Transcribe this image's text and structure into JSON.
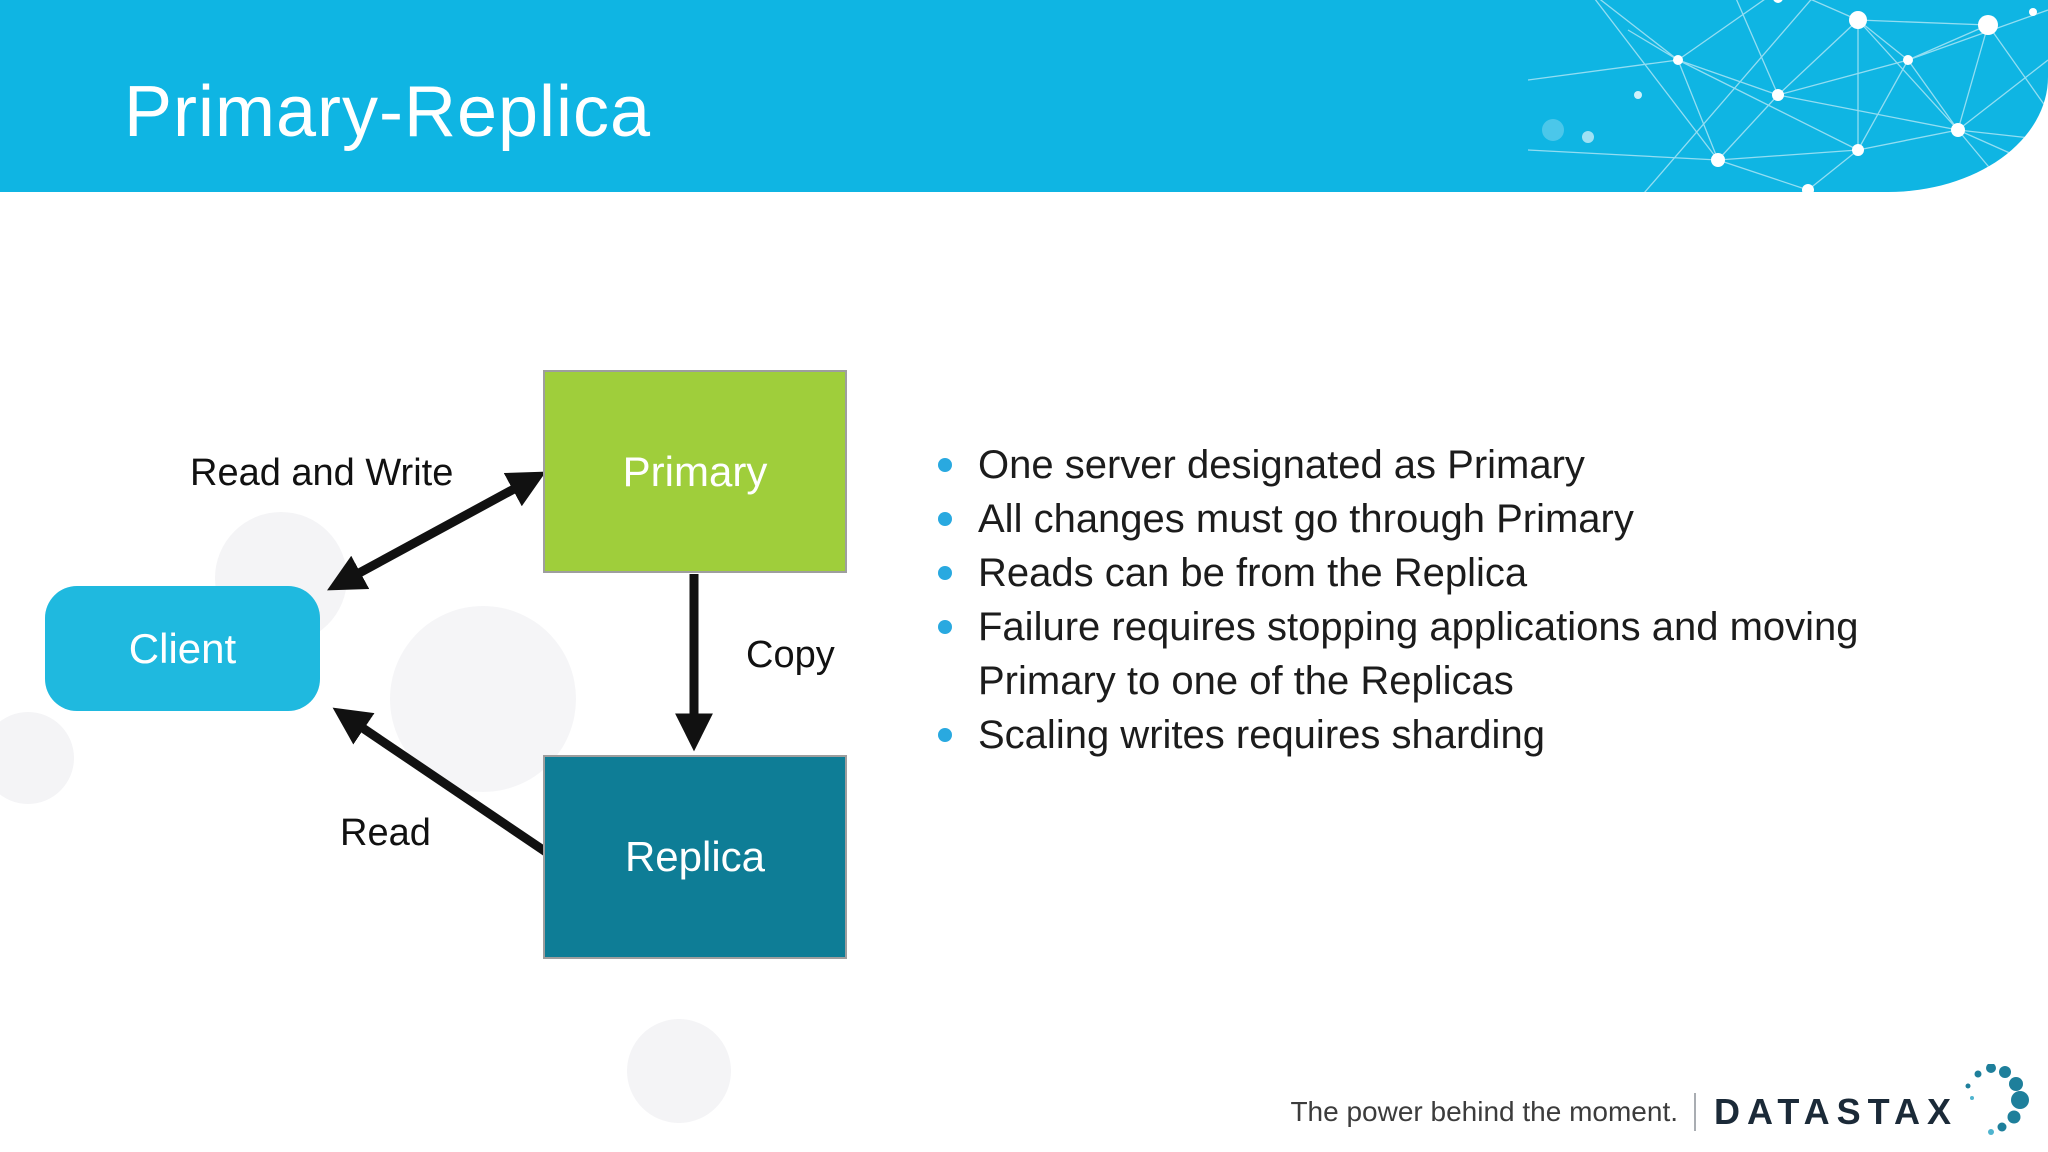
{
  "slide": {
    "title": "Primary-Replica"
  },
  "theme": {
    "header_color": "#0FB5E3",
    "primary_node_color": "#9FCE3B",
    "replica_node_color": "#0E7D96",
    "client_node_color": "#1FB9DF",
    "node_border_color": "#9E9E9E",
    "bullet_dot_color": "#29A9E0",
    "arrow_color": "#111111",
    "brand_color": "#1B2A38",
    "swirl_dot_color": "#1E7F9B"
  },
  "diagram": {
    "nodes": [
      {
        "label": "Primary"
      },
      {
        "label": "Client"
      },
      {
        "label": "Replica"
      }
    ],
    "edge_labels": {
      "client_primary": "Read and Write",
      "primary_replica": "Copy",
      "replica_client": "Read"
    }
  },
  "bullets": [
    "One server designated as Primary",
    "All changes must go through Primary",
    "Reads can be from the Replica",
    "Failure requires stopping applications and moving Primary to one of the Replicas",
    "Scaling writes requires sharding"
  ],
  "footer": {
    "tagline": "The power behind the moment.",
    "brand": "DATASTAX"
  }
}
